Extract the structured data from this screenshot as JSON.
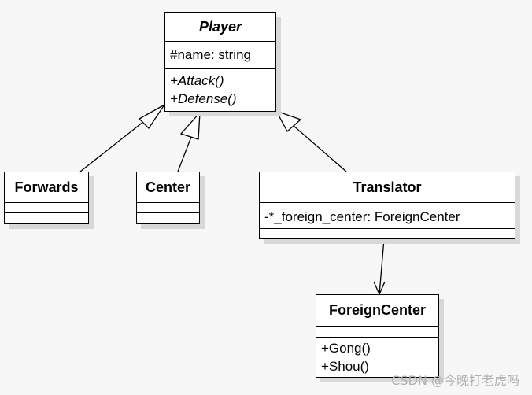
{
  "classes": {
    "player": {
      "name": "Player",
      "attributes": [
        "#name: string"
      ],
      "methods": [
        "+Attack()",
        "+Defense()"
      ]
    },
    "forwards": {
      "name": "Forwards"
    },
    "center": {
      "name": "Center"
    },
    "translator": {
      "name": "Translator",
      "attributes": [
        "-*_foreign_center: ForeignCenter"
      ]
    },
    "foreign_center": {
      "name": "ForeignCenter",
      "methods": [
        "+Gong()",
        "+Shou()"
      ]
    }
  },
  "relations": [
    {
      "type": "generalization",
      "from": "Forwards",
      "to": "Player"
    },
    {
      "type": "generalization",
      "from": "Center",
      "to": "Player"
    },
    {
      "type": "generalization",
      "from": "Translator",
      "to": "Player"
    },
    {
      "type": "association",
      "from": "Translator",
      "to": "ForeignCenter"
    }
  ],
  "watermark": "CSDN @今晚打老虎吗"
}
